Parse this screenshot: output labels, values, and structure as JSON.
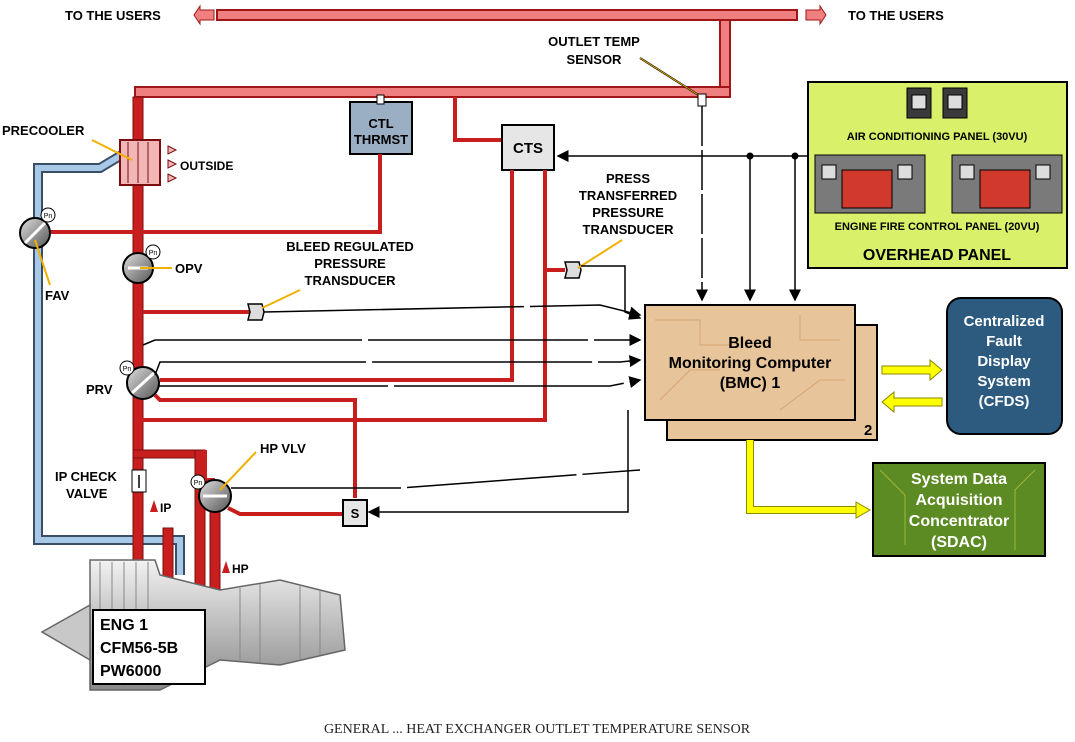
{
  "users_left": "TO THE USERS",
  "users_right": "TO THE USERS",
  "outlet_temp_sensor": [
    "OUTLET TEMP",
    "SENSOR"
  ],
  "precooler": "PRECOOLER",
  "outside": "OUTSIDE",
  "ctl_thrmst": [
    "CTL",
    "THRMST"
  ],
  "cts": "CTS",
  "fav": "FAV",
  "opv": "OPV",
  "prv": "PRV",
  "pn": "Pn",
  "bleed_transducer": [
    "BLEED REGULATED",
    "PRESSURE",
    "TRANSDUCER"
  ],
  "press_transducer": [
    "PRESS",
    "TRANSFERRED",
    "PRESSURE",
    "TRANSDUCER"
  ],
  "ip_check_valve": [
    "IP CHECK",
    "VALVE"
  ],
  "ip": "IP",
  "hp": "HP",
  "hp_vlv": "HP VLV",
  "s_valve": "S",
  "bmc": [
    "Bleed",
    "Monitoring Computer",
    "(BMC) 1"
  ],
  "bmc2": "2",
  "cfds": [
    "Centralized",
    "Fault",
    "Display",
    "System",
    "(CFDS)"
  ],
  "sdac": [
    "System Data",
    "Acquisition",
    "Concentrator",
    "(SDAC)"
  ],
  "overhead": {
    "ac_panel": "AIR CONDITIONING PANEL (30VU)",
    "fire_panel": "ENGINE FIRE CONTROL PANEL (20VU)",
    "title": "OVERHEAD PANEL"
  },
  "engine": [
    "ENG 1",
    "CFM56-5B",
    "PW6000"
  ],
  "caption": "GENERAL ... HEAT EXCHANGER OUTLET TEMPERATURE SENSOR",
  "colors": {
    "hot_duct": "#c81e1e",
    "manifold": "#f07f7f",
    "cold_duct": "#a8c8e8",
    "panel_green": "#d9f06b",
    "bmc_fill": "#e8c49a",
    "cfds_fill": "#2d5b80",
    "sdac_fill": "#5c8a23",
    "arrow_yellow": "#ffff00"
  }
}
